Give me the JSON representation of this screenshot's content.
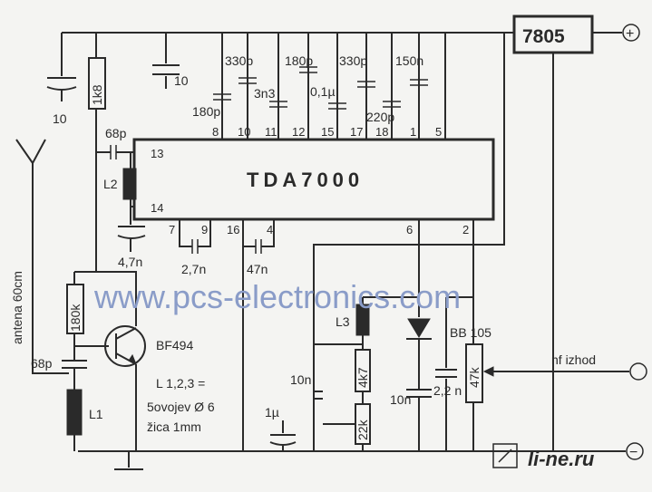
{
  "ic": {
    "name": "TDA7000",
    "pins_top": [
      "8",
      "10",
      "11",
      "12",
      "15",
      "17",
      "18",
      "1",
      "5"
    ],
    "pins_left": [
      "13",
      "14"
    ],
    "pins_bottom": [
      "7",
      "9",
      "16",
      "4",
      "6",
      "2"
    ]
  },
  "regulator": {
    "name": "7805"
  },
  "terminals": {
    "plus": "+",
    "minus": "−",
    "out_circle": ""
  },
  "caps_top": [
    "180p",
    "330p",
    "3n3",
    "180p",
    "0,1µ",
    "330p",
    "220p",
    "150n"
  ],
  "labels": {
    "c_left_10": "10",
    "c_10_top": "10",
    "r_1k8": "1k8",
    "c_68p_top": "68p",
    "l2": "L2",
    "c_47n_a": "4,7n",
    "c_27n": "2,7n",
    "c_47n_b": "47n",
    "antenna": "antena 60cm",
    "r_180k": "180k",
    "transistor": "BF494",
    "c_68p_bot": "68p",
    "l1": "L1",
    "coil_note_1": "L 1,2,3 =",
    "coil_note_2": "5ovojev Ø 6",
    "coil_note_3": "žica 1mm",
    "c_10n_a": "10n",
    "r_4k7": "4k7",
    "l3": "L3",
    "c_1u": "1µ",
    "r_22k": "22k",
    "c_10n_b": "10n",
    "c_22n": "2,2 n",
    "varicap": "BB 105",
    "pot_47k": "47k",
    "nf_out": "nf izhod"
  },
  "watermark": {
    "site": "www.pcs-electronics.com",
    "logo": "li-ne.ru"
  }
}
